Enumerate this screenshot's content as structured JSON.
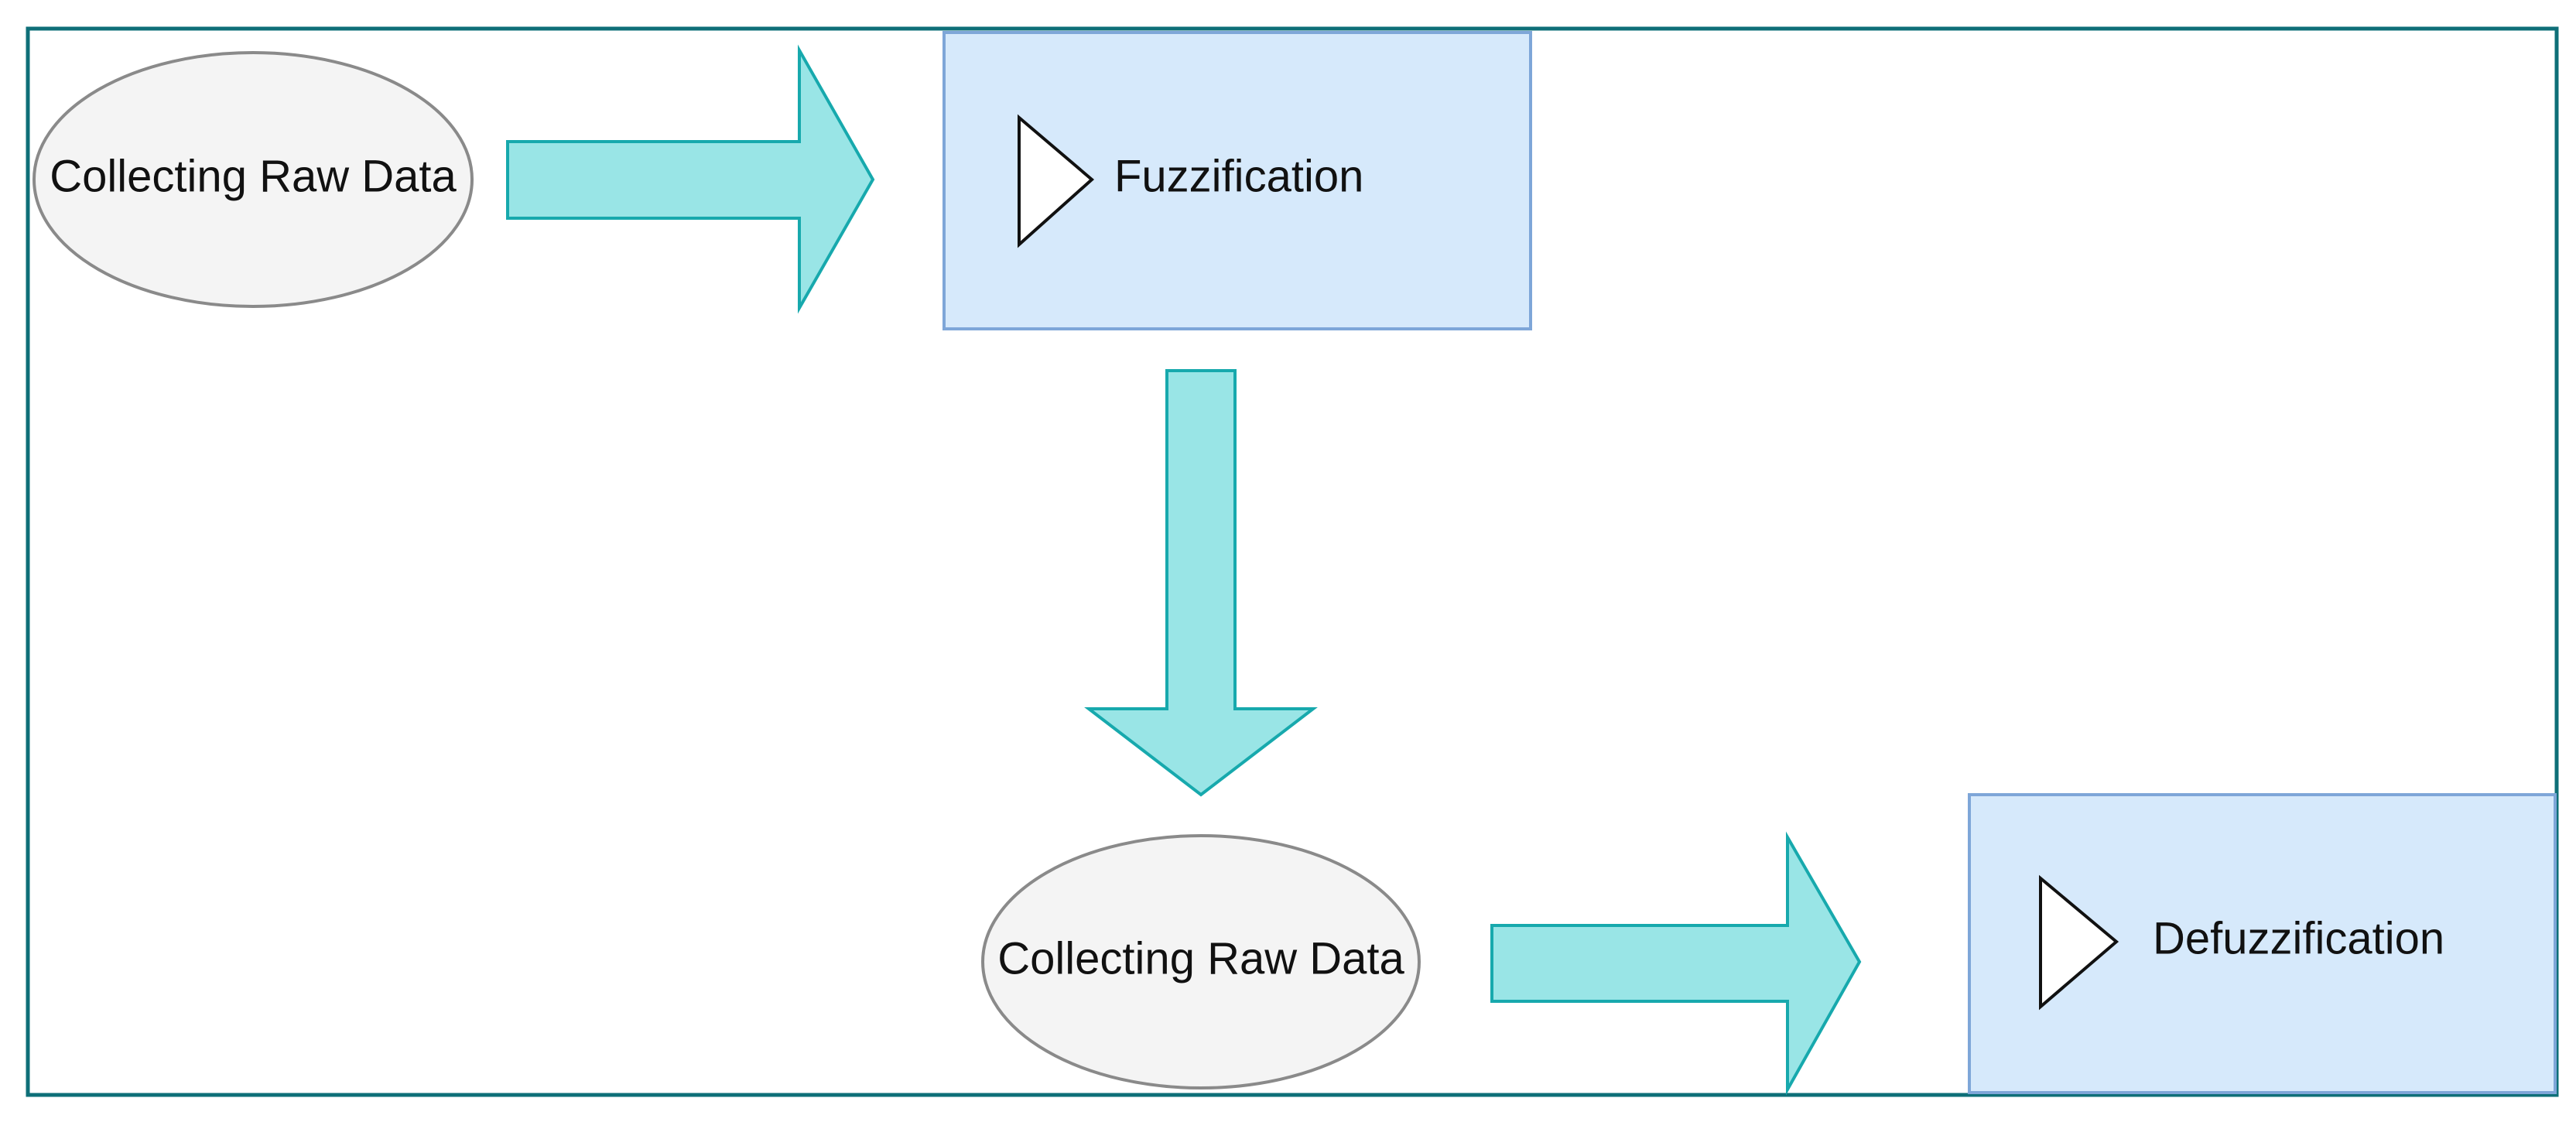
{
  "diagram": {
    "nodes": {
      "raw_data_1": {
        "label": "Collecting Raw Data",
        "shape": "ellipse"
      },
      "fuzzification": {
        "label": "Fuzzification",
        "shape": "rectangle",
        "icon": "play-triangle-icon"
      },
      "raw_data_2": {
        "label": "Collecting Raw Data",
        "shape": "ellipse"
      },
      "defuzzification": {
        "label": "Defuzzification",
        "shape": "rectangle",
        "icon": "play-triangle-icon"
      }
    },
    "edges": [
      {
        "from": "raw_data_1",
        "to": "fuzzification",
        "direction": "right"
      },
      {
        "from": "fuzzification",
        "to": "raw_data_2",
        "direction": "down"
      },
      {
        "from": "raw_data_2",
        "to": "defuzzification",
        "direction": "right"
      }
    ],
    "colors": {
      "frame_border": "#0e6f78",
      "arrow_fill": "#99e5e6",
      "arrow_stroke": "#17a9ad",
      "box_fill": "#d6e9fb",
      "box_stroke": "#7ea6d8",
      "ellipse_fill": "#f4f4f4",
      "ellipse_stroke": "#8a8a8a"
    }
  }
}
